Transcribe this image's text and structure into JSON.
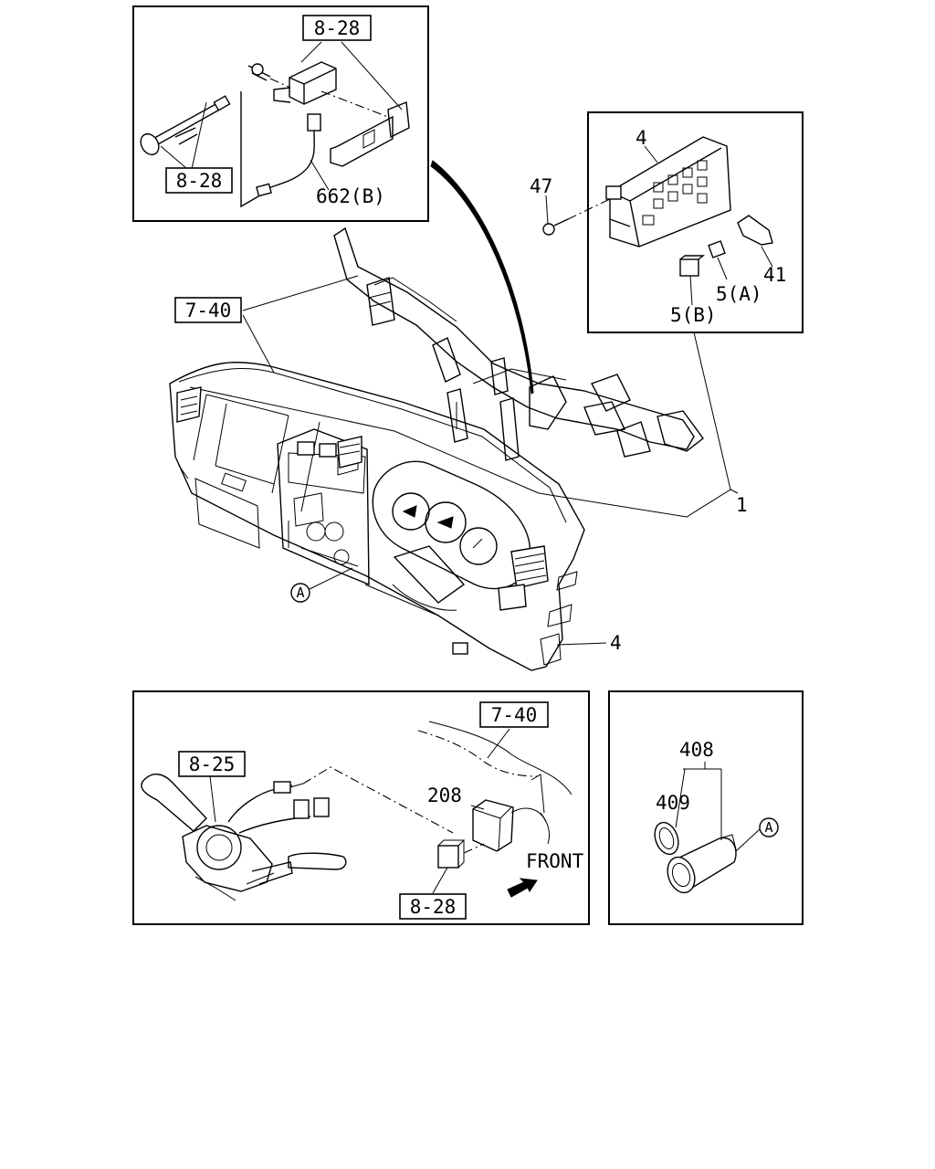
{
  "labels": {
    "ref_8_28_top": "8-28",
    "ref_8_28_left": "8-28",
    "part_662b": "662(B)",
    "part_4_top": "4",
    "part_47": "47",
    "part_41": "41",
    "part_5a": "5(A)",
    "part_5b": "5(B)",
    "ref_7_40_main": "7-40",
    "part_1": "1",
    "circle_a_main": "A",
    "part_4_bottom": "4",
    "ref_7_40_bottom": "7-40",
    "ref_8_25": "8-25",
    "part_208": "208",
    "front_label": "FRONT",
    "ref_8_28_bottom": "8-28",
    "part_408": "408",
    "part_409": "409",
    "circle_a_lighter": "A"
  }
}
